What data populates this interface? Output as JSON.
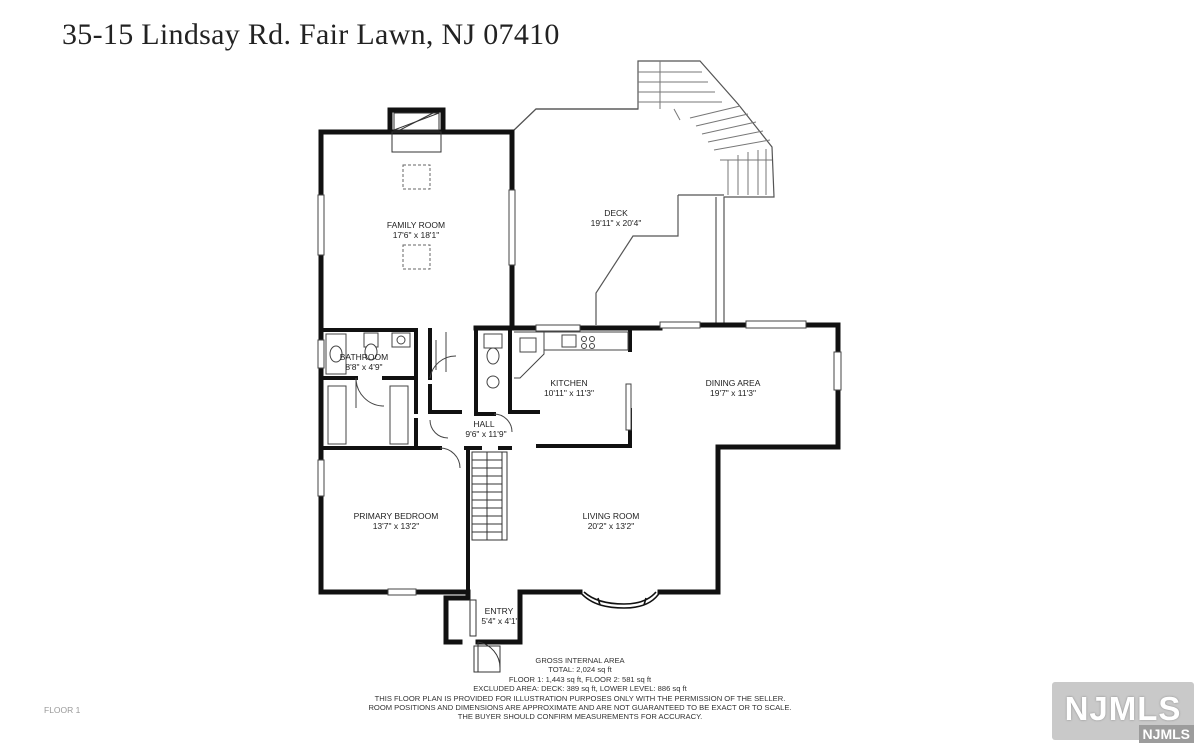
{
  "header": {
    "address": "35-15 Lindsay Rd. Fair Lawn, NJ  07410"
  },
  "rooms": {
    "family_room": {
      "name": "FAMILY ROOM",
      "dims": "17'6\" x 18'1\""
    },
    "deck": {
      "name": "DECK",
      "dims": "19'11\" x 20'4\""
    },
    "bathroom": {
      "name": "BATHROOM",
      "dims": "8'8\" x 4'9\""
    },
    "kitchen": {
      "name": "KITCHEN",
      "dims": "10'11\" x 11'3\""
    },
    "dining_area": {
      "name": "DINING AREA",
      "dims": "19'7\" x 11'3\""
    },
    "hall": {
      "name": "HALL",
      "dims": "9'6\" x 11'9\""
    },
    "primary_bedroom": {
      "name": "PRIMARY BEDROOM",
      "dims": "13'7\" x 13'2\""
    },
    "living_room": {
      "name": "LIVING ROOM",
      "dims": "20'2\" x 13'2\""
    },
    "entry": {
      "name": "ENTRY",
      "dims": "5'4\" x 4'1\""
    }
  },
  "footer": {
    "lines": [
      "GROSS INTERNAL AREA",
      "TOTAL: 2,024 sq ft",
      "FLOOR 1: 1,443 sq ft, FLOOR 2: 581 sq ft",
      "EXCLUDED AREA: DECK: 389 sq ft, LOWER LEVEL: 886 sq ft",
      "THIS FLOOR PLAN IS PROVIDED FOR ILLUSTRATION PURPOSES ONLY WITH THE PERMISSION OF THE SELLER.",
      "ROOM POSITIONS AND DIMENSIONS ARE APPROXIMATE AND ARE NOT GUARANTEED TO BE EXACT OR TO SCALE.",
      "THE BUYER SHOULD CONFIRM MEASUREMENTS FOR ACCURACY."
    ],
    "floor_label": "FLOOR 1"
  },
  "logo": {
    "main": "NJMLS",
    "badge": "NJMLS"
  }
}
